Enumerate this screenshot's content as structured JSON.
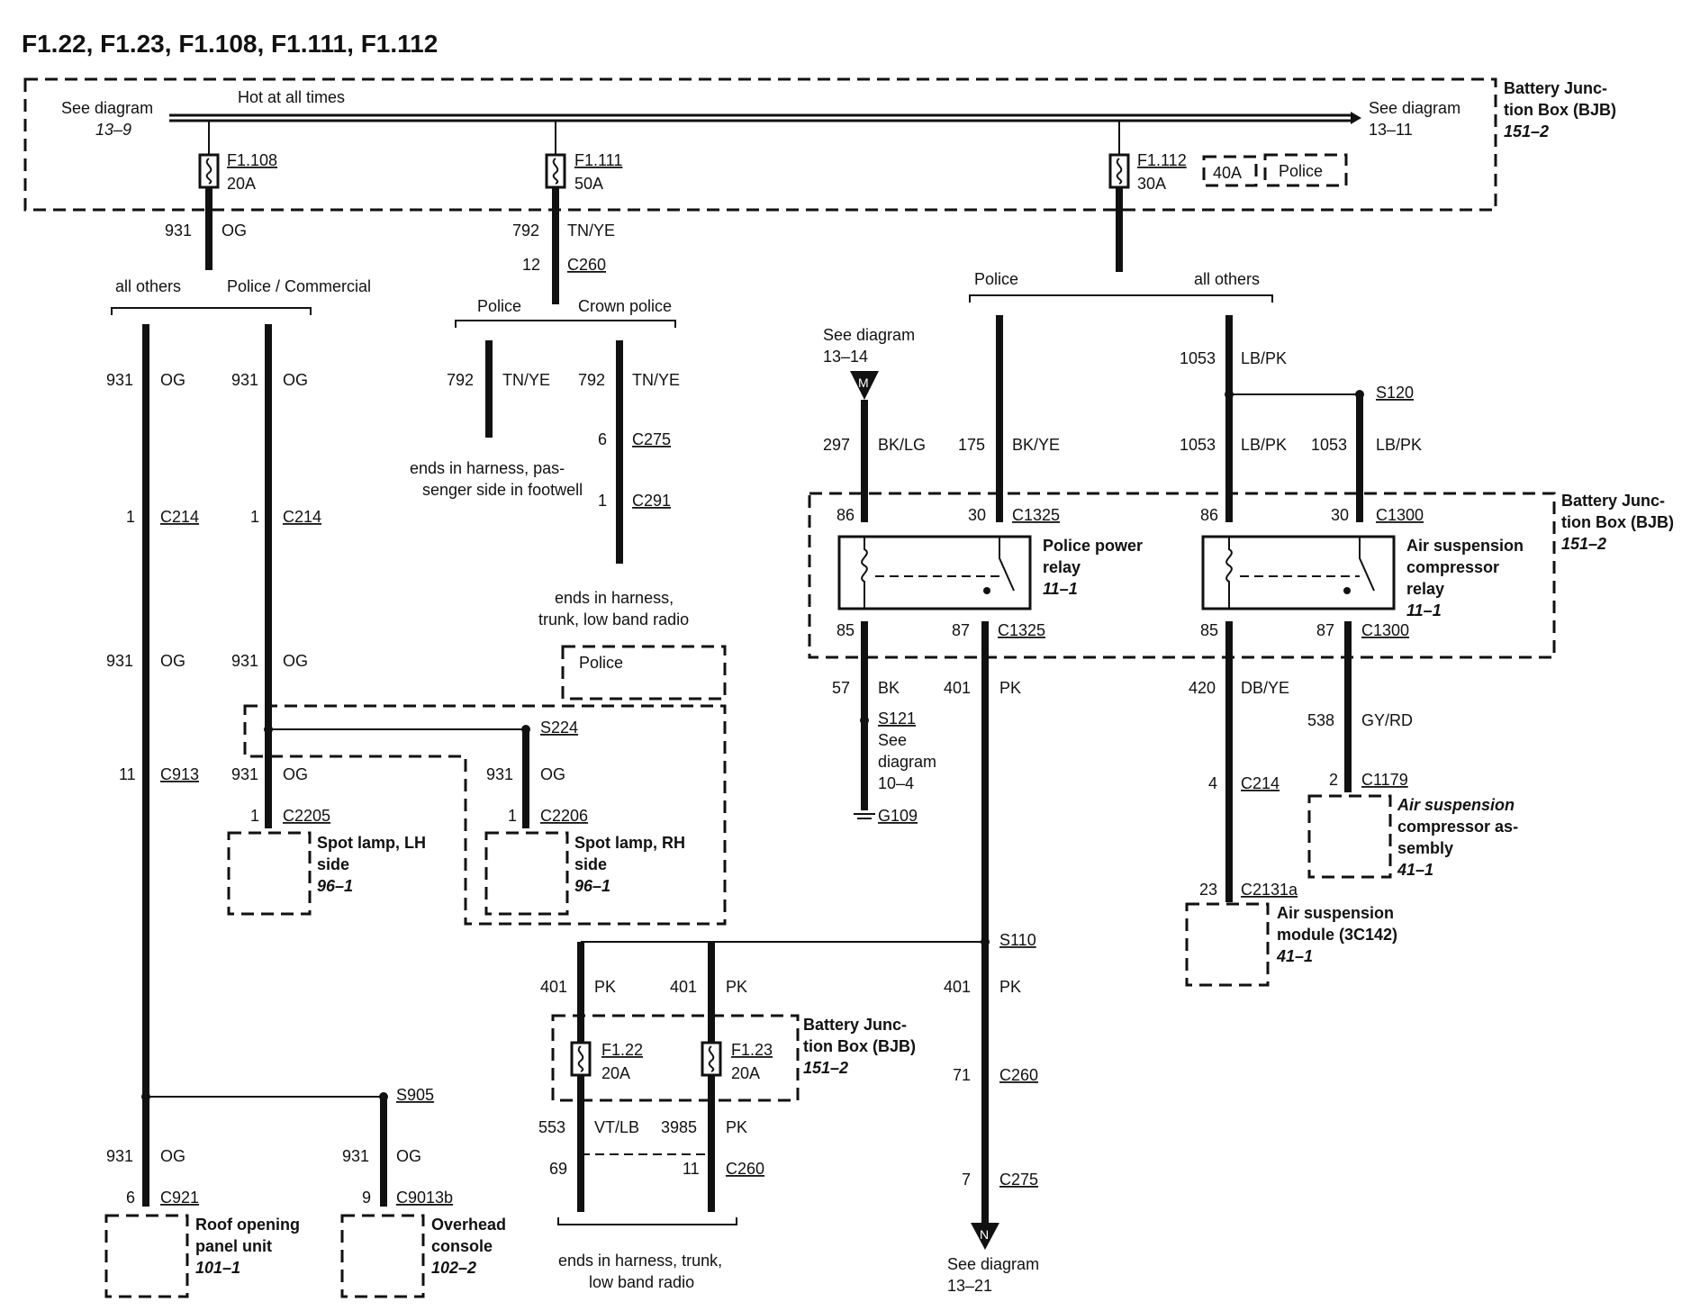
{
  "title": "F1.22, F1.23, F1.108, F1.111, F1.112",
  "bjb": {
    "name1": "Battery Junc-",
    "name2": "tion Box (BJB)",
    "ref": "151–2"
  },
  "top": {
    "see_left1": "See diagram",
    "see_left2": "13–9",
    "hot": "Hot at all times",
    "see_right1": "See diagram",
    "see_right2": "13–11"
  },
  "fuses": {
    "f108": {
      "id": "F1.108",
      "amp": "20A"
    },
    "f111": {
      "id": "F1.111",
      "amp": "50A"
    },
    "f112": {
      "id": "F1.112",
      "amp": "30A",
      "alt": "40A",
      "alt_label": "Police"
    },
    "f122": {
      "id": "F1.22",
      "amp": "20A"
    },
    "f123": {
      "id": "F1.23",
      "amp": "20A"
    }
  },
  "variants": {
    "all_others": "all others",
    "police_comm": "Police / Commercial",
    "police": "Police",
    "crown": "Crown police"
  },
  "circuits": {
    "c931": "931",
    "og": "OG",
    "c792": "792",
    "tnye": "TN/YE",
    "c297": "297",
    "bklg": "BK/LG",
    "c175": "175",
    "bkye": "BK/YE",
    "c1053": "1053",
    "lbpk": "LB/PK",
    "c57": "57",
    "bk": "BK",
    "c401": "401",
    "pk": "PK",
    "c420": "420",
    "dbye": "DB/YE",
    "c538": "538",
    "gyrd": "GY/RD",
    "c553": "553",
    "vtlb": "VT/LB",
    "c3985": "3985"
  },
  "pins": {
    "p1": "1",
    "p2": "2",
    "p4": "4",
    "p6": "6",
    "p7": "7",
    "p9": "9",
    "p11": "11",
    "p12": "12",
    "p23": "23",
    "p30": "30",
    "p69": "69",
    "p71": "71",
    "p85": "85",
    "p86": "86",
    "p87": "87"
  },
  "conn": {
    "c260": "C260",
    "c214": "C214",
    "c275": "C275",
    "c291": "C291",
    "c913": "C913",
    "c921": "C921",
    "c9013b": "C9013b",
    "c2205": "C2205",
    "c2206": "C2206",
    "c1325": "C1325",
    "c1300": "C1300",
    "c1179": "C1179",
    "c2131a": "C2131a"
  },
  "splices": {
    "s224": "S224",
    "s905": "S905",
    "s120": "S120",
    "s121": "S121",
    "s110": "S110",
    "g109": "G109"
  },
  "notes": {
    "footwell1": "ends in harness, pas-",
    "footwell2": "senger side in footwell",
    "trunk1": "ends in harness,",
    "trunk2": "trunk, low band radio",
    "trunk3": "ends in harness, trunk,",
    "trunk4": "low band radio",
    "police_box": "Police",
    "see_m1": "See diagram",
    "see_m2": "13–14",
    "m": "M",
    "see_s121a": "See",
    "see_s121b": "diagram",
    "see_s121c": "10–4",
    "see_n1": "See diagram",
    "see_n2": "13–21",
    "n": "N"
  },
  "components": {
    "spot_lh": {
      "l1": "Spot lamp, LH",
      "l2": "side",
      "ref": "96–1"
    },
    "spot_rh": {
      "l1": "Spot lamp, RH",
      "l2": "side",
      "ref": "96–1"
    },
    "roof": {
      "l1": "Roof opening",
      "l2": "panel unit",
      "ref": "101–1"
    },
    "overhead": {
      "l1": "Overhead",
      "l2": "console",
      "ref": "102–2"
    },
    "police_relay": {
      "l1": "Police power",
      "l2": "relay",
      "ref": "11–1"
    },
    "air_relay": {
      "l1": "Air suspension",
      "l2": "compressor",
      "l3": "relay",
      "ref": "11–1"
    },
    "air_comp": {
      "l1": "Air suspension",
      "l2": "compressor as-",
      "l3": "sembly",
      "ref": "41–1"
    },
    "air_mod": {
      "l1": "Air suspension",
      "l2": "module (3C142)",
      "ref": "41–1"
    }
  }
}
